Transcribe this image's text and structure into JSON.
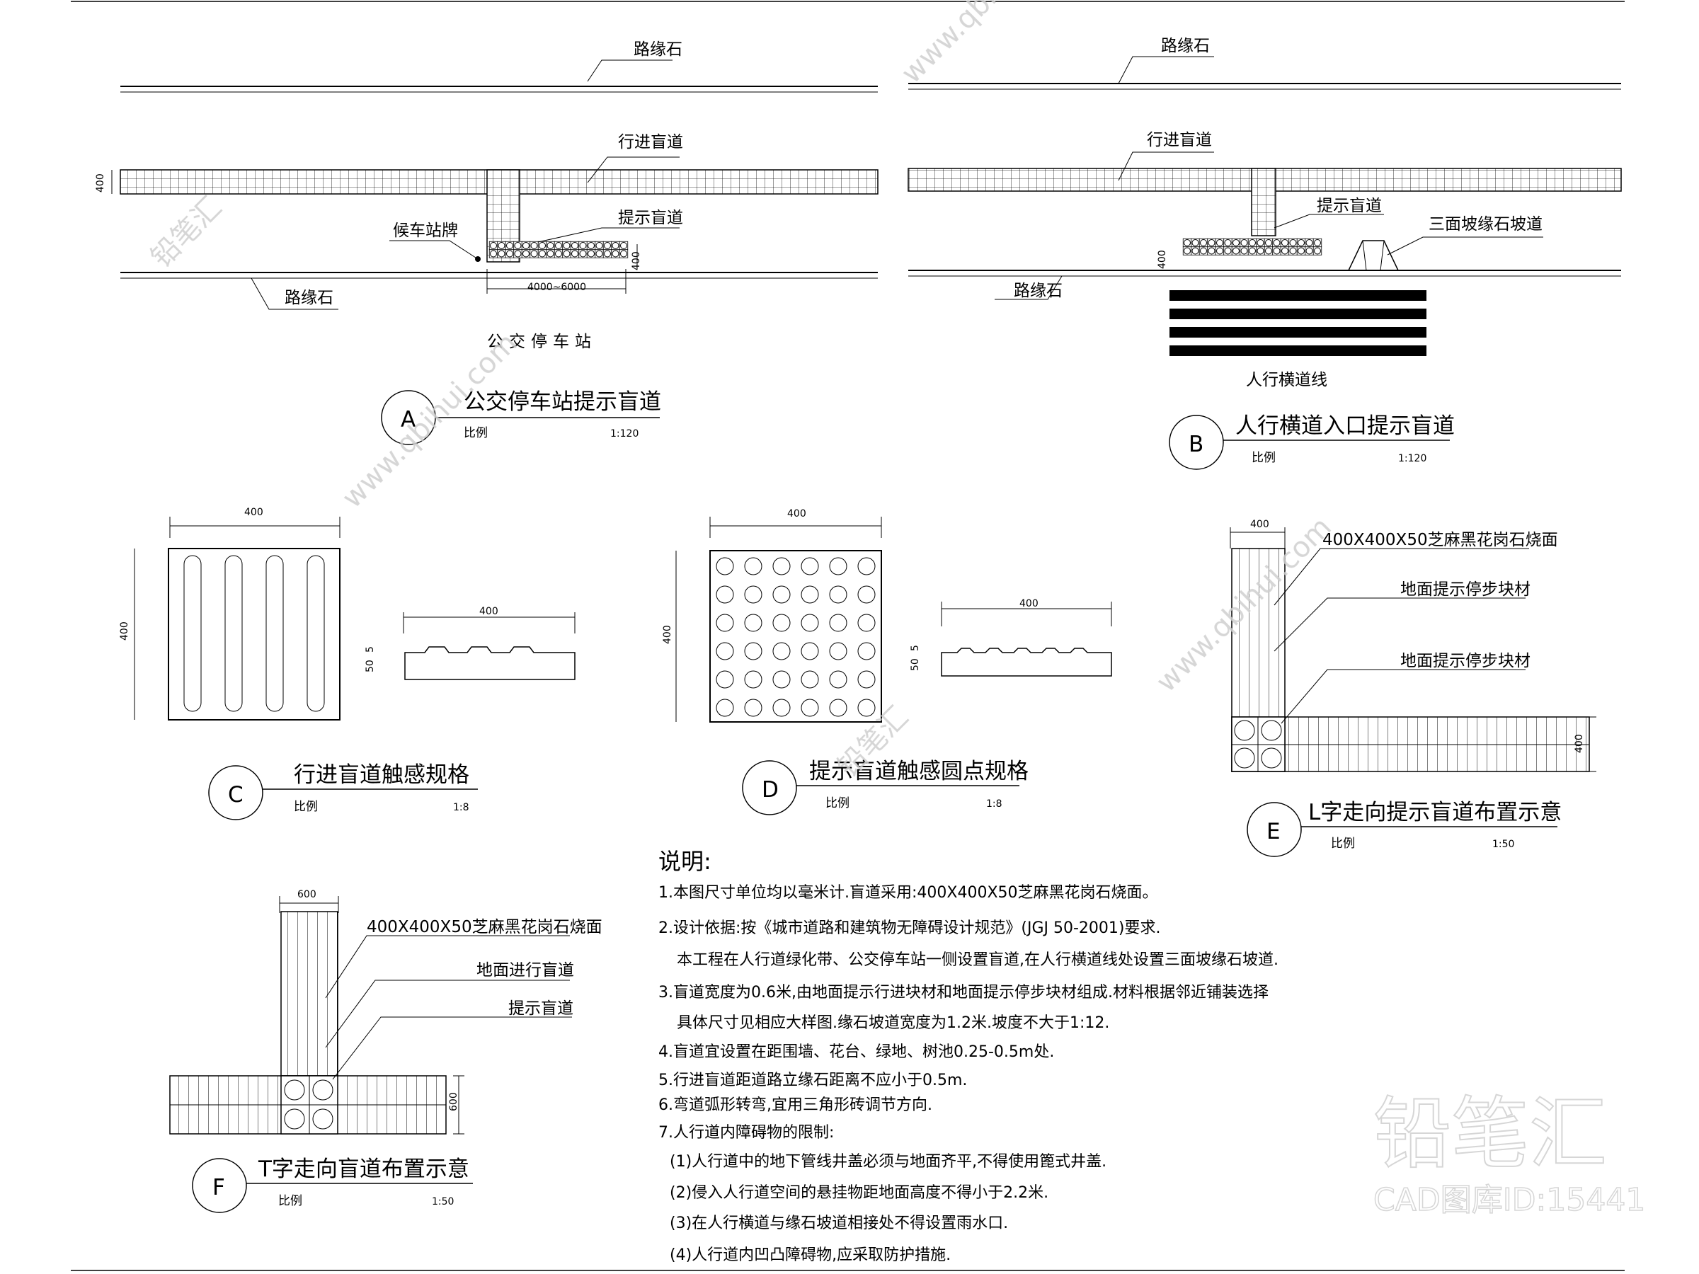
{
  "sectionA": {
    "curb_top": "路缘石",
    "main_path": "行进盲道",
    "hint_path": "提示盲道",
    "bus_sign": "候车站牌",
    "curb_bottom": "路缘石",
    "dim_width": "400",
    "dim_len": "4000~6000",
    "dim_small": "400",
    "caption": "公交停车站",
    "marker": "A",
    "title": "公交停车站提示盲道",
    "scale_label": "比例",
    "scale": "1:120"
  },
  "sectionB": {
    "curb_top": "路缘石",
    "main_path": "行进盲道",
    "hint_path": "提示盲道",
    "ramp": "三面坡缘石坡道",
    "curb_bottom": "路缘石",
    "dim_small": "400",
    "crosswalk": "人行横道线",
    "marker": "B",
    "title": "人行横道入口提示盲道",
    "scale_label": "比例",
    "scale": "1:120"
  },
  "sectionC": {
    "dim_w": "400",
    "dim_h": "400",
    "dim_profile": "400",
    "dim_t1": "50",
    "dim_t2": "5",
    "marker": "C",
    "title": "行进盲道触感规格",
    "scale_label": "比例",
    "scale": "1:8"
  },
  "sectionD": {
    "dim_w": "400",
    "dim_h": "400",
    "dim_profile": "400",
    "dim_t1": "50",
    "dim_t2": "5",
    "marker": "D",
    "title": "提示盲道触感圆点规格",
    "scale_label": "比例",
    "scale": "1:8"
  },
  "sectionE": {
    "dim_w": "400",
    "dim_h": "400",
    "material": "400X400X50芝麻黑花岗石烧面",
    "label1": "地面提示停步块材",
    "label2": "地面提示停步块材",
    "marker": "E",
    "title": "L字走向提示盲道布置示意",
    "scale_label": "比例",
    "scale": "1:50"
  },
  "sectionF": {
    "dim_w": "600",
    "dim_h": "600",
    "material": "400X400X50芝麻黑花岗石烧面",
    "label1": "地面进行盲道",
    "label2": "提示盲道",
    "marker": "F",
    "title": "T字走向盲道布置示意",
    "scale_label": "比例",
    "scale": "1:50"
  },
  "notes": {
    "heading": "说明:",
    "lines": [
      "1.本图尺寸单位均以毫米计.盲道采用:400X400X50芝麻黑花岗石烧面。",
      "2.设计依据:按《城市道路和建筑物无障碍设计规范》(JGJ 50-2001)要求.",
      "本工程在人行道绿化带、公交停车站一侧设置盲道,在人行横道线处设置三面坡缘石坡道.",
      "3.盲道宽度为0.6米,由地面提示行进块材和地面提示停步块材组成.材料根据邻近铺装选择",
      "具体尺寸见相应大样图.缘石坡道宽度为1.2米.坡度不大于1:12.",
      "4.盲道宜设置在距围墙、花台、绿地、树池0.25-0.5m处.",
      "5.行进盲道距道路立缘石距离不应小于0.5m.",
      "6.弯道弧形转弯,宜用三角形砖调节方向.",
      "7.人行道内障碍物的限制:",
      "(1)人行道中的地下管线井盖必须与地面齐平,不得使用篦式井盖.",
      "(2)侵入人行道空间的悬挂物距地面高度不得小于2.2米.",
      "(3)在人行横道与缘石坡道相接处不得设置雨水口.",
      "(4)人行道内凹凸障碍物,应采取防护措施."
    ]
  },
  "watermark": {
    "brand": "铅笔汇",
    "code": "CAD图库ID:15441",
    "url": "www.qbihui.com"
  }
}
